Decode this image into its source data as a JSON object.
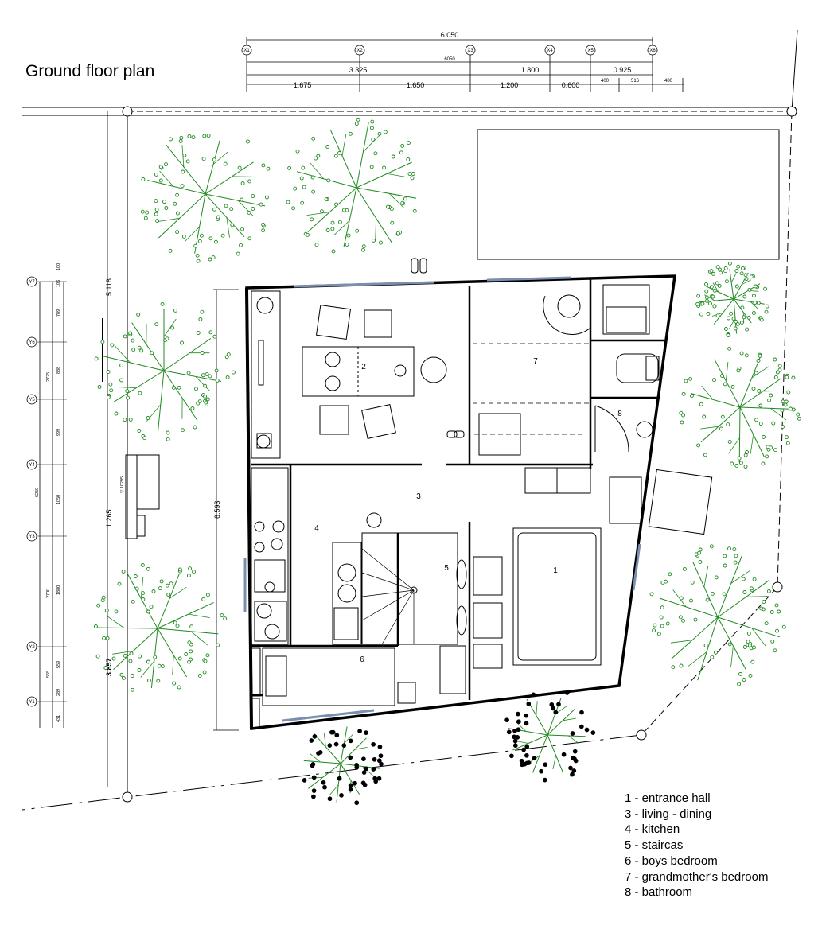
{
  "title": "Ground floor plan",
  "dimensions": {
    "total_width": "6.050",
    "overall_small": "6050",
    "row2": [
      "3.325",
      "1.800",
      "0.925"
    ],
    "row3": [
      "1.675",
      "1.650",
      "1.200",
      "0.600"
    ],
    "row3_small": [
      "400",
      "516",
      "480"
    ],
    "height_left": [
      "5.118",
      "1.265",
      "3.857"
    ],
    "height_building": "6.593",
    "level_mark": "▽ 10295",
    "left_small": [
      "100",
      "106",
      "789",
      "2725",
      "888",
      "999",
      "6250",
      "1050",
      "2700",
      "1880",
      "565",
      "559",
      "289",
      "431"
    ]
  },
  "axes_x": [
    "X1",
    "X2",
    "X3",
    "X4",
    "X5",
    "X6"
  ],
  "axes_y": [
    "Y7",
    "Y6",
    "Y5",
    "Y4",
    "Y3",
    "Y2",
    "Y1"
  ],
  "room_numbers": [
    "1",
    "2",
    "3",
    "4",
    "5",
    "6",
    "7",
    "8"
  ],
  "legend": [
    "1 - entrance hall",
    "3 - living - dining",
    "4 - kitchen",
    "5 - staircas",
    "6 - boys bedroom",
    "7 - grandmother's bedroom",
    "8 - bathroom"
  ],
  "colors": {
    "tree": "#1f8a1f",
    "line": "#000000",
    "window": "#7a8fb0"
  }
}
